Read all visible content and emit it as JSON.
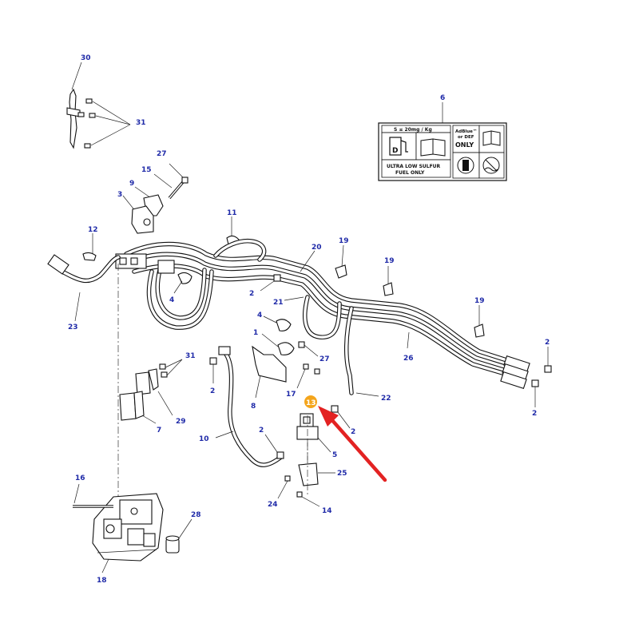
{
  "diagram": {
    "callouts": {
      "c30": "30",
      "c31a": "31",
      "c6": "6",
      "c27a": "27",
      "c15": "15",
      "c9": "9",
      "c3": "3",
      "c11": "11",
      "c12": "12",
      "c20": "20",
      "c19a": "19",
      "c19b": "19",
      "c19c": "19",
      "c4a": "4",
      "c4b": "4",
      "c2a": "2",
      "c2b": "2",
      "c2c": "2",
      "c2d": "2",
      "c2e": "2",
      "c2f": "2",
      "c21": "21",
      "c23": "23",
      "c1": "1",
      "c27b": "27",
      "c26": "26",
      "c31b": "31",
      "c17": "17",
      "c22": "22",
      "c8": "8",
      "c29": "29",
      "c7": "7",
      "c10": "10",
      "c5": "5",
      "c25": "25",
      "c16": "16",
      "c24": "24",
      "c14": "14",
      "c28": "28",
      "c18": "18"
    },
    "highlight": {
      "label": "13",
      "color": "#f4a51c"
    },
    "arrow_color": "#e32222",
    "label_box": {
      "sulfur_spec": "S ≤ 20mg / Kg",
      "fuel_text_line1": "ULTRA LOW SULFUR",
      "fuel_text_line2": "FUEL ONLY",
      "adblue_line1": "AdBlue™",
      "adblue_line2": "or DEF",
      "adblue_line3": "ONLY",
      "pump_glyph": "D"
    }
  }
}
